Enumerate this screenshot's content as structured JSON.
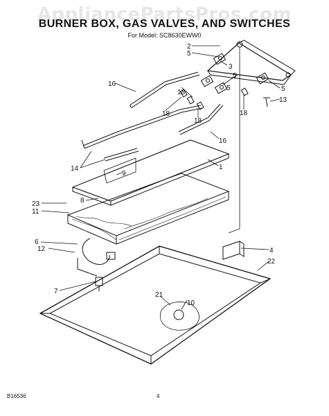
{
  "watermark": "AppliancePartsPros.com",
  "title": "BURNER BOX, GAS VALVES, AND SWITCHES",
  "model": "For Model: SC8630EWW0",
  "doc_number": "B16536",
  "page_number": "4",
  "callouts": [
    "2",
    "5",
    "3",
    "5",
    "16",
    "18",
    "5",
    "5",
    "13",
    "18",
    "18",
    "18",
    "16",
    "1",
    "14",
    "9",
    "23",
    "8",
    "11",
    "6",
    "12",
    "4",
    "22",
    "7",
    "21",
    "10"
  ]
}
